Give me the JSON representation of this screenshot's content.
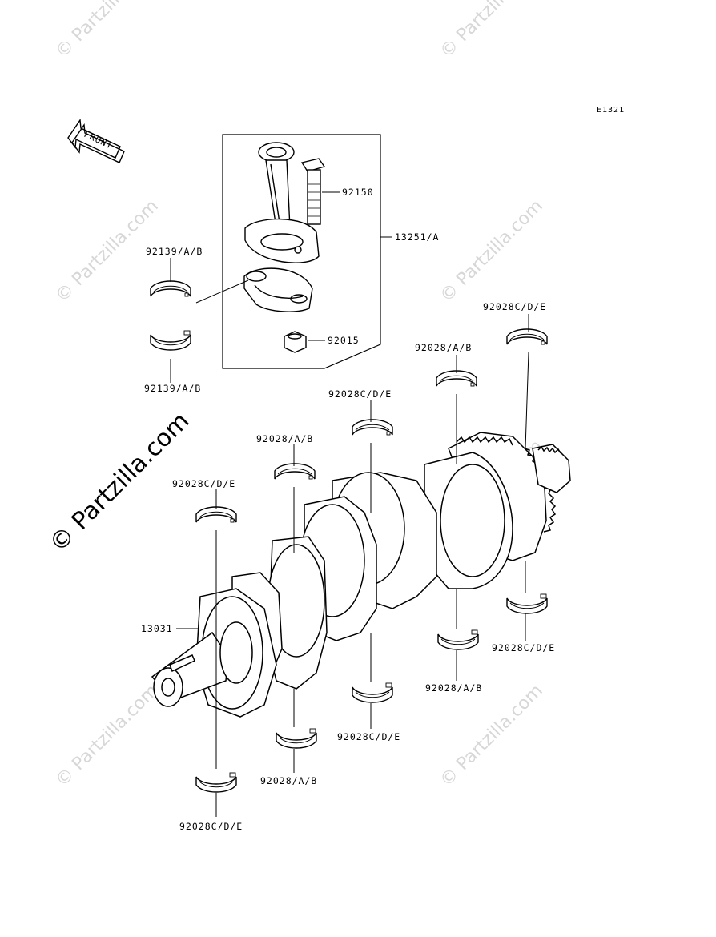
{
  "diagram": {
    "code": "E1321",
    "front_label": "FRONT",
    "watermark": "© Partzilla.com",
    "labels": {
      "p92150": "92150",
      "p13251": "13251/A",
      "p92139_top": "92139/A/B",
      "p92139_bot": "92139/A/B",
      "p92015": "92015",
      "p92028cde_1": "92028C/D/E",
      "p92028ab_1": "92028/A/B",
      "p92028cde_2": "92028C/D/E",
      "p92028ab_2": "92028/A/B",
      "p92028cde_3": "92028C/D/E",
      "p13031": "13031",
      "p92028cde_4": "92028C/D/E",
      "p92028ab_3": "92028/A/B",
      "p92028cde_5": "92028C/D/E",
      "p92028ab_4": "92028/A/B",
      "p92028cde_6": "92028C/D/E"
    }
  }
}
